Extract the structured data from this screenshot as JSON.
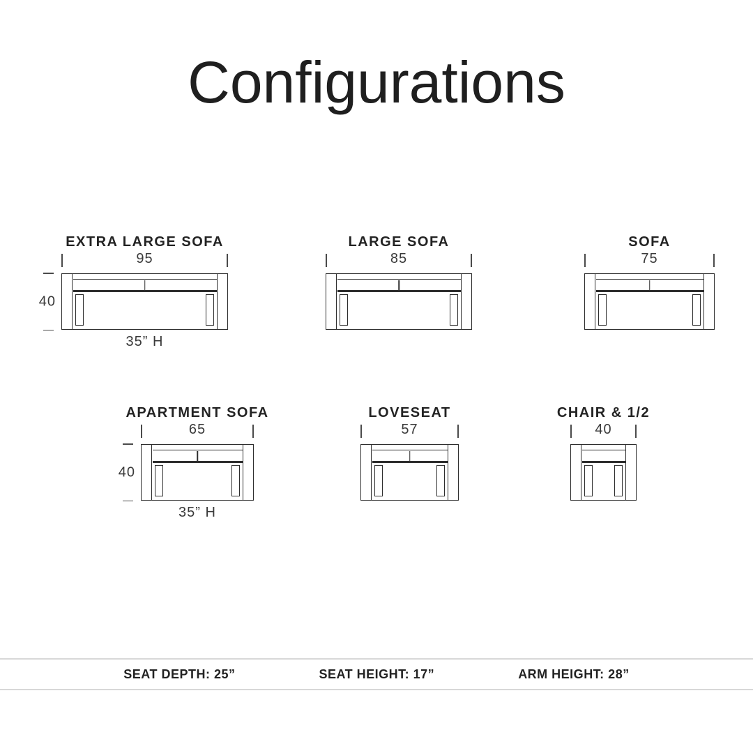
{
  "page": {
    "title": "Configurations"
  },
  "diagrams": [
    {
      "name": "extra-large-sofa",
      "label": "EXTRA LARGE SOFA",
      "width": "95",
      "depth": "40",
      "height": "35” H"
    },
    {
      "name": "large-sofa",
      "label": "LARGE SOFA",
      "width": "85"
    },
    {
      "name": "sofa",
      "label": "SOFA",
      "width": "75"
    },
    {
      "name": "apartment-sofa",
      "label": "APARTMENT SOFA",
      "width": "65",
      "depth": "40",
      "height": "35” H"
    },
    {
      "name": "loveseat",
      "label": "LOVESEAT",
      "width": "57"
    },
    {
      "name": "chair-and-a-half",
      "label": "CHAIR & 1/2",
      "width": "40"
    }
  ],
  "footer": {
    "specs": [
      "SEAT DEPTH: 25”",
      "SEAT HEIGHT: 17”",
      "ARM HEIGHT: 28”"
    ]
  },
  "colors": {
    "line": "#2d2d2d",
    "dimension": "#3a3a3a",
    "divider": "#d8d8d8"
  }
}
